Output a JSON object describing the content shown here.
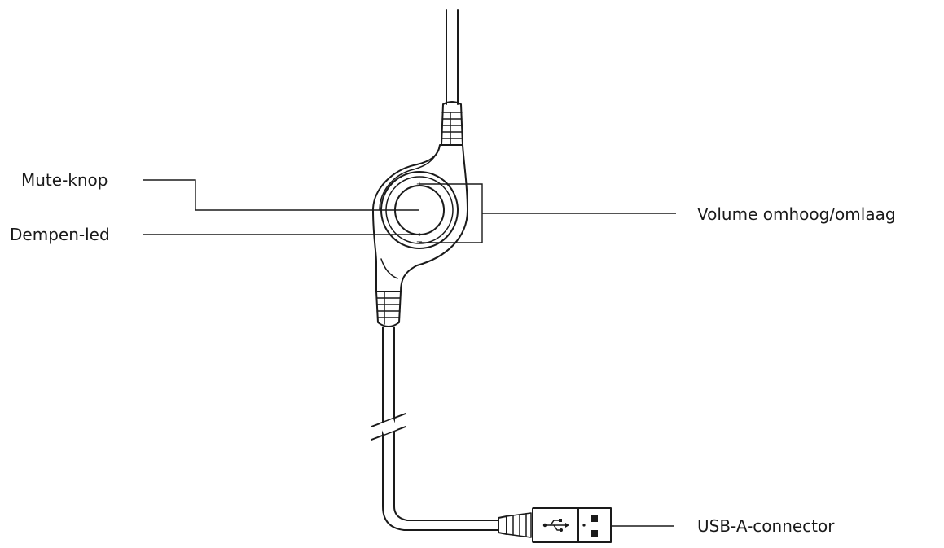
{
  "callouts": {
    "mute_button": "Mute-knop",
    "mute_led": "Dempen-led",
    "volume": "Volume omhoog/omlaag",
    "usb_connector": "USB-A-connector"
  },
  "icons": {
    "plus": "+",
    "minus": "−"
  }
}
